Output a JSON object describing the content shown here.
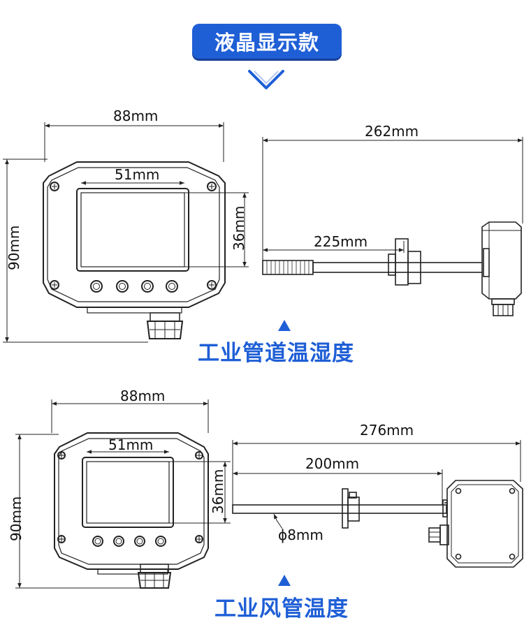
{
  "header": {
    "title": "液晶显示款"
  },
  "section1": {
    "caption": "工业管道温湿度",
    "dims": {
      "width": "88mm",
      "screen_width": "51mm",
      "height": "90mm",
      "screen_height": "36mm",
      "total_length": "262mm",
      "probe_length": "225mm"
    }
  },
  "section2": {
    "caption": "工业风管温度",
    "dims": {
      "width": "88mm",
      "screen_width": "51mm",
      "height": "90mm",
      "screen_height": "36mm",
      "total_length": "276mm",
      "probe_length": "200mm",
      "diameter": "ϕ8mm"
    }
  },
  "colors": {
    "accent": "#1f5fd6",
    "line": "#222222"
  }
}
